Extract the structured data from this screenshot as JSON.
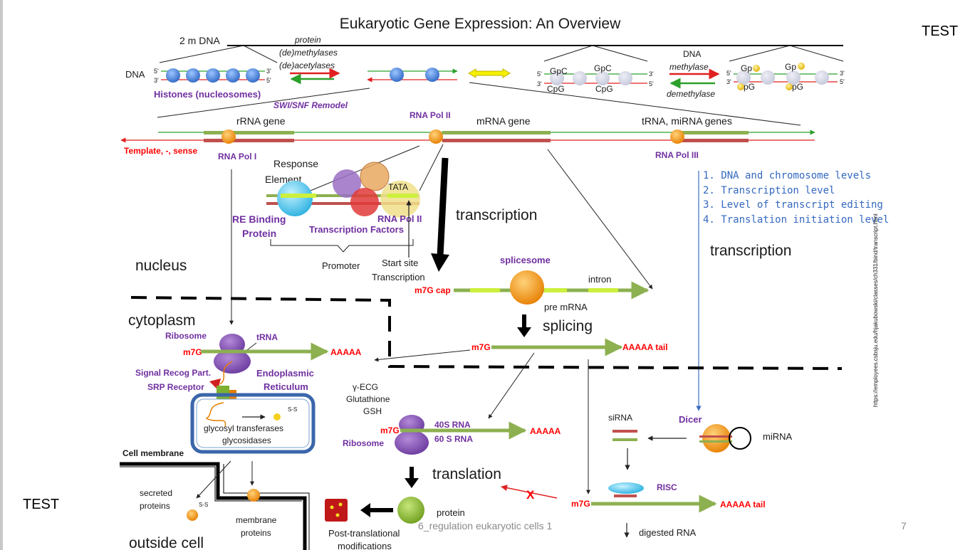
{
  "title": "Eukaryotic Gene Expression: An Overview",
  "test_top": "TEST",
  "test_bottom": "TEST",
  "footer_text": "6_regulation eukaryotic cells 1",
  "slide_number": "7",
  "url": "https://employees.csbsju.edu/hjakubowski/classes/ch331/bind/transcript.html",
  "top": {
    "dna_length": "2 m DNA",
    "dna_label": "DNA",
    "five_prime": "5'",
    "three_prime": "3'",
    "histones": "Histones (nucleosomes)",
    "protein": "protein",
    "demethylases": "(de)methylases",
    "deacetylases": "(de)acetylases",
    "swi_snf": "SWI/SNF Remodel",
    "gpc": "GpC",
    "cpg": "CpG",
    "gp": "Gp",
    "pg": "pG",
    "dna_word": "DNA",
    "methylase": "methylase",
    "demethylase": "demethylase"
  },
  "genes": {
    "rrna_gene": "rRNA gene",
    "mrna_gene": "mRNA gene",
    "trna_gene": "tRNA, miRNA genes",
    "template": "Template, -, sense",
    "pol1": "RNA Pol I",
    "pol2": "RNA Pol II",
    "pol3": "RNA Pol III"
  },
  "promoter": {
    "response": "Response",
    "element": "Element",
    "tata": "TATA",
    "re_binding": "RE Binding",
    "protein": "Protein",
    "pol2": "RNA Pol II",
    "tfs": "Transcription Factors",
    "promoter": "Promoter",
    "start_site": "Start site",
    "transcription": "Transcription"
  },
  "levels": [
    "1.    DNA and chromosome levels",
    "2.    Transcription level",
    "3.   Level of transcript editing",
    "4.   Translation initiation level"
  ],
  "labels": {
    "transcription_mid": "transcription",
    "transcription_right": "transcription",
    "nucleus": "nucleus",
    "cytoplasm": "cytoplasm",
    "splicing": "splicing",
    "translation": "translation",
    "outside": "outside cell",
    "cell_membrane": "Cell membrane"
  },
  "processing": {
    "splicesome": "splicesome",
    "intron": "intron",
    "cap": "m7G cap",
    "pre_mrna": "pre mRNA",
    "m7g": "m7G",
    "aaaaa_tail": "AAAAA tail",
    "aaaaa": "AAAAA"
  },
  "cyto": {
    "ribosome": "Ribosome",
    "trna": "tRNA",
    "srp": "Signal Recog Part.",
    "srp_receptor": "SRP Receptor",
    "er1": "Endoplasmic",
    "er2": "Reticulum",
    "glyco1": "glycosyl transferases",
    "glyco2": "glycosidases",
    "s_s": "S-S",
    "gecg": "γ-ECG",
    "glutathione": "Glutathione",
    "gsh": "GSH",
    "rna40": "40S RNA",
    "rna60": "60 S RNA",
    "ribosome2": "Ribosome",
    "secreted": "secreted",
    "proteins": "proteins",
    "membrane": "membrane",
    "membrane_proteins": "proteins",
    "post1": "Post-translational",
    "post2": "modifications",
    "protein": "protein"
  },
  "rnai": {
    "sirna": "siRNA",
    "dicer": "Dicer",
    "mirna": "miRNA",
    "risc": "RISC",
    "x_mark": "X",
    "digested": "digested RNA"
  }
}
